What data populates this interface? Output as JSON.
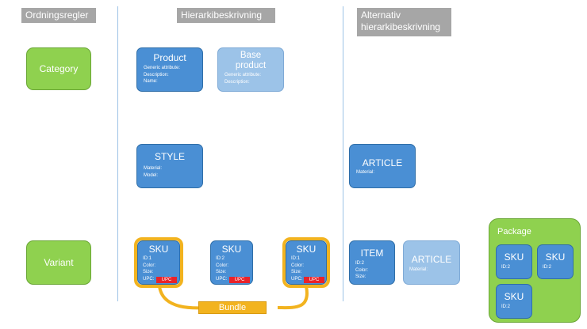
{
  "columns": {
    "rules": "Ordningsregler",
    "hierarchy": "Hierarkibeskrivning",
    "alt_line1": "Alternativ",
    "alt_line2": "hierarkibeskrivning"
  },
  "levels": {
    "category": "Category",
    "variant": "Variant"
  },
  "product": {
    "title": "Product",
    "attrs": [
      "Generic attribute:",
      "Description:",
      "Name:"
    ]
  },
  "base_product": {
    "title_line1": "Base",
    "title_line2": "product",
    "attrs": [
      "Generic attribute:",
      "Description:"
    ]
  },
  "style": {
    "title": "STYLE",
    "attrs": [
      "Material:",
      "Model:"
    ]
  },
  "article_alt": {
    "title": "ARTICLE",
    "attrs": [
      "Material:"
    ]
  },
  "skus": [
    {
      "title": "SKU",
      "attrs": [
        "ID:1",
        "Color:",
        "Size:",
        "UPC:"
      ],
      "upc": "UPC"
    },
    {
      "title": "SKU",
      "attrs": [
        "ID:2",
        "Color:",
        "Size:",
        "UPC:"
      ],
      "upc": "UPC"
    },
    {
      "title": "SKU",
      "attrs": [
        "ID:1",
        "Color:",
        "Size:",
        "UPC:"
      ],
      "upc": "UPC"
    }
  ],
  "bundle": "Bundle",
  "item": {
    "title": "ITEM",
    "attrs": [
      "ID:2",
      "Color:",
      "Size:"
    ]
  },
  "article_variant": {
    "title": "ARTICLE",
    "attrs": [
      "Material:"
    ]
  },
  "package": {
    "label": "Package",
    "skus": [
      {
        "title": "SKU",
        "attr": "ID:2"
      },
      {
        "title": "SKU",
        "attr": "ID:2"
      },
      {
        "title": "SKU",
        "attr": "ID:2"
      }
    ]
  },
  "colors": {
    "green": "#8fd14f",
    "blue_dark": "#4a8fd4",
    "blue_light": "#9cc3e8",
    "header_gray": "#a6a6a6",
    "bundle_yellow": "#f2b31f",
    "upc_red": "#e8232a"
  }
}
